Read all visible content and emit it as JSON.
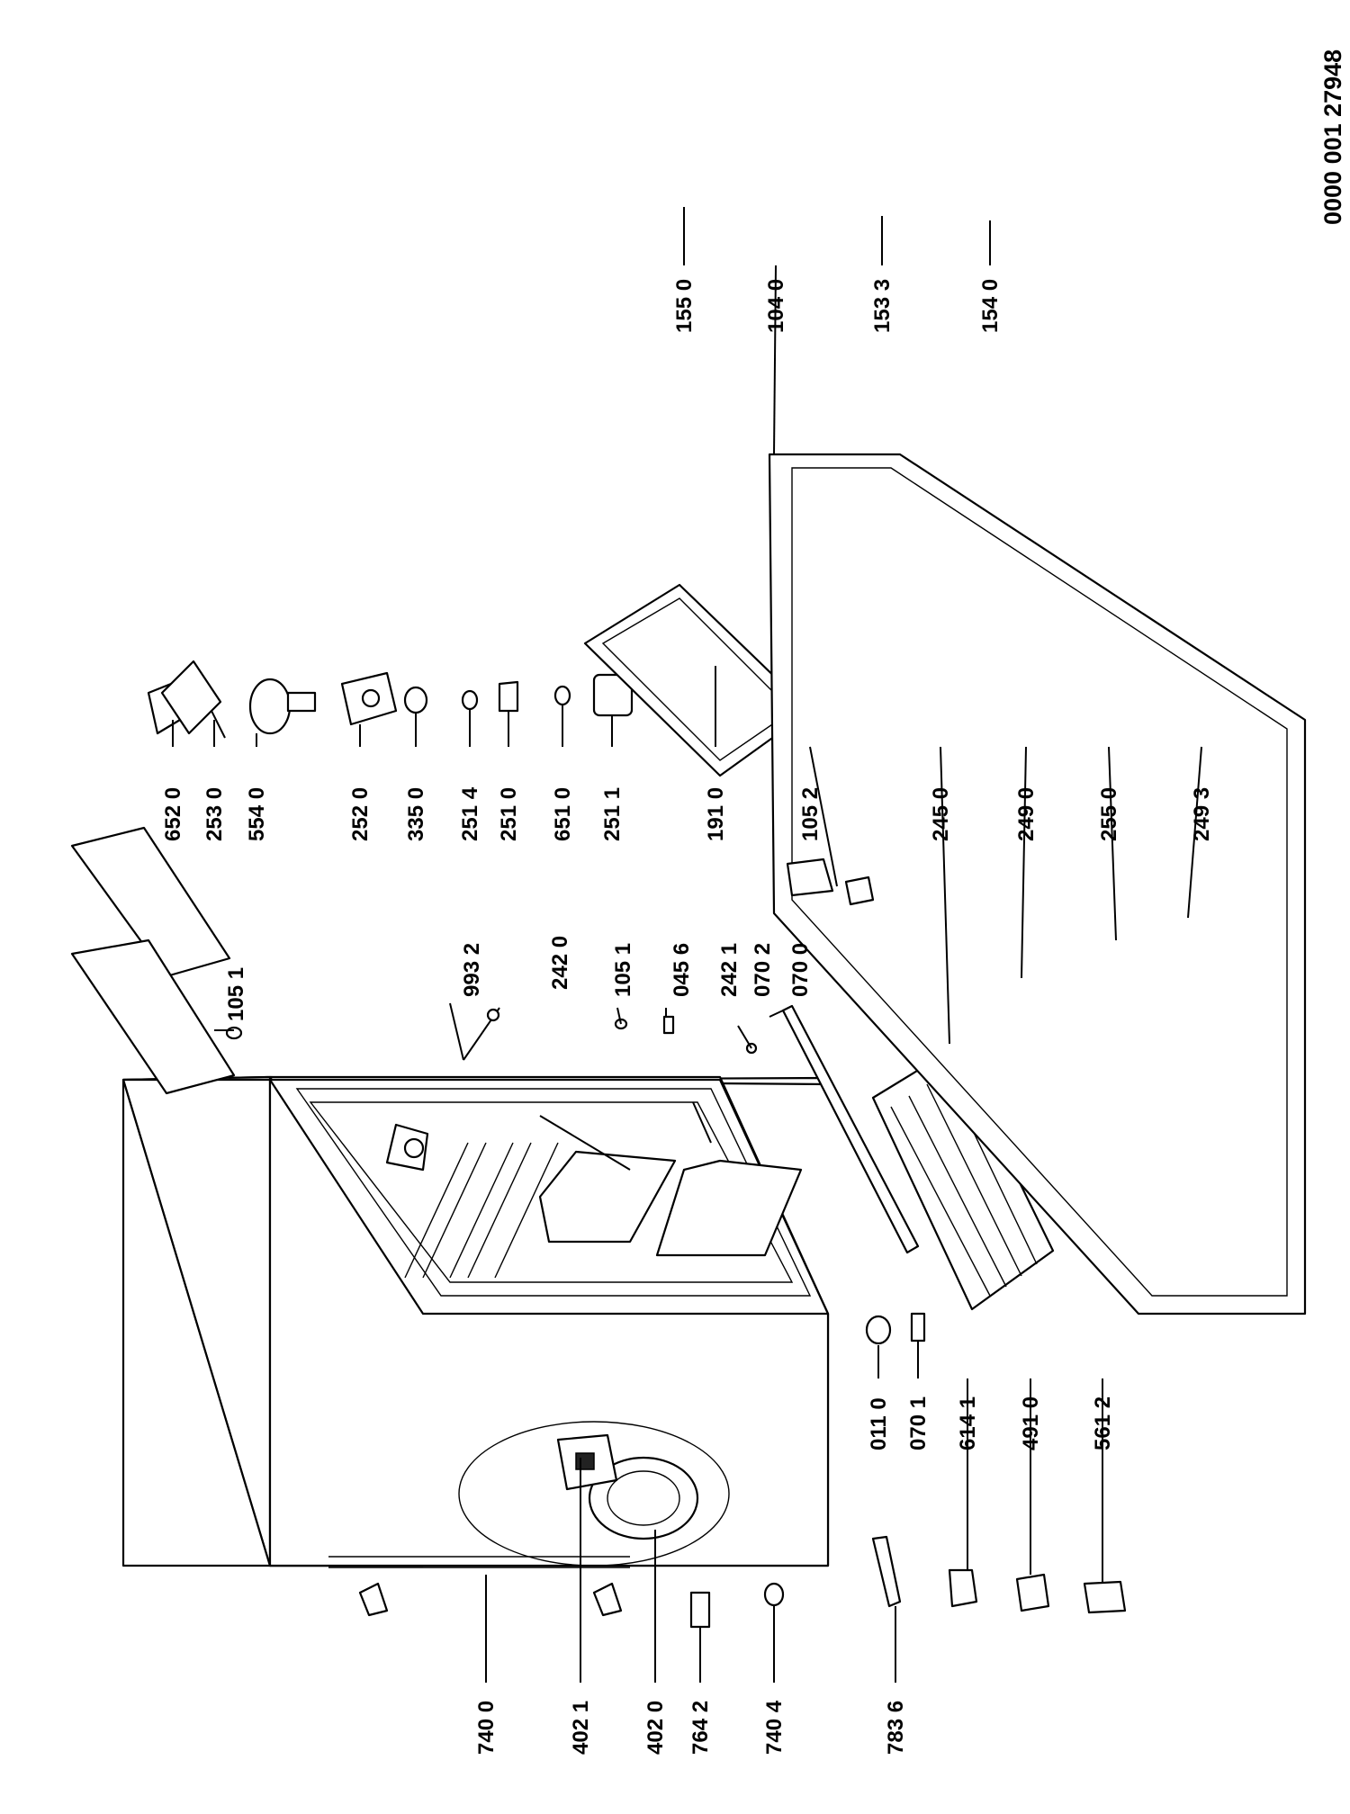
{
  "document_id": "0000 001 27948",
  "labels": [
    "105 1",
    "993 2",
    "242 0",
    "105 1",
    "045 6",
    "242 1",
    "070 2",
    "070 0",
    "652 0",
    "253 0",
    "554 0",
    "252 0",
    "335 0",
    "251 4",
    "251 0",
    "651 0",
    "251 1",
    "191 0",
    "105 2",
    "245 0",
    "249 0",
    "255 0",
    "249 3",
    "155 0",
    "104 0",
    "153 3",
    "154 0",
    "011 0",
    "070 1",
    "614 1",
    "491 0",
    "561 2",
    "740 0",
    "402 1",
    "402 0",
    "764 2",
    "740 4",
    "783 6"
  ]
}
